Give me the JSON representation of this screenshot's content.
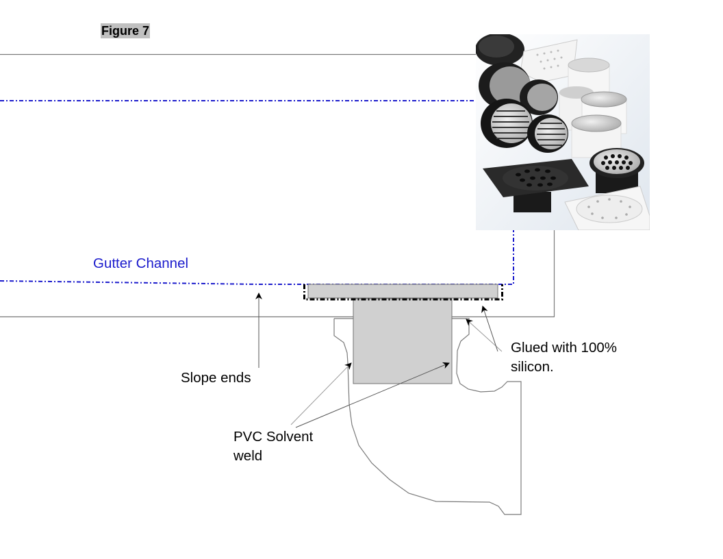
{
  "figure": {
    "label": "Figure 7"
  },
  "labels": {
    "gutter_channel": "Gutter Channel",
    "slope_ends": "Slope ends",
    "pvc_line1": "PVC Solvent",
    "pvc_line2": "weld",
    "glued_line1": "Glued with 100%",
    "glued_line2": "silicon."
  },
  "photo": {
    "subject": "assorted floor drain products (round and square grates, black and white bodies)"
  },
  "colors": {
    "gutter_line": "#1a1acc",
    "outline": "#7a7a7a",
    "drain_fill": "#d0d0d0",
    "silicone_seal": "#000000",
    "figure_label_bg": "#c0c0c0"
  }
}
